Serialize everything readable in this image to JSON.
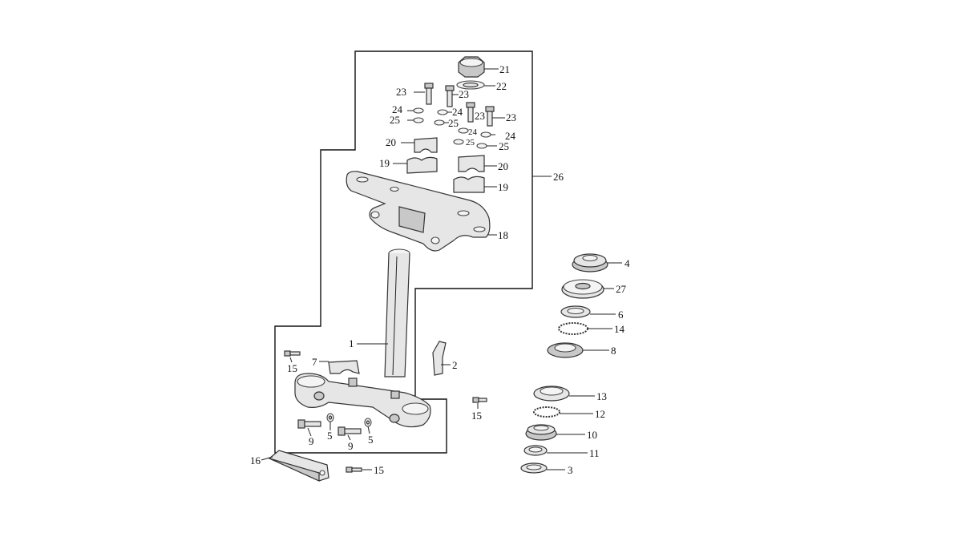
{
  "labels": {
    "l1": "1",
    "l2": "2",
    "l3": "3",
    "l4": "4",
    "l5a": "5",
    "l5b": "5",
    "l6": "6",
    "l7": "7",
    "l8": "8",
    "l9a": "9",
    "l9b": "9",
    "l10": "10",
    "l11": "11",
    "l12": "12",
    "l13": "13",
    "l14": "14",
    "l15a": "15",
    "l15b": "15",
    "l15c": "15",
    "l16": "16",
    "l18": "18",
    "l19a": "19",
    "l19b": "19",
    "l20a": "20",
    "l20b": "20",
    "l21": "21",
    "l22": "22",
    "l23a": "23",
    "l23b": "23",
    "l23c": "23",
    "l23d": "23",
    "l24a": "24",
    "l24b": "24",
    "l24c": "24",
    "l24d": "24",
    "l25a": "25",
    "l25b": "25",
    "l25c": "25",
    "l25d": "25",
    "l26": "26",
    "l27": "27"
  },
  "colors": {
    "line": "#222222",
    "part_fill": "#e6e6e6",
    "part_dark": "#c8c8c8",
    "background": "#ffffff"
  }
}
